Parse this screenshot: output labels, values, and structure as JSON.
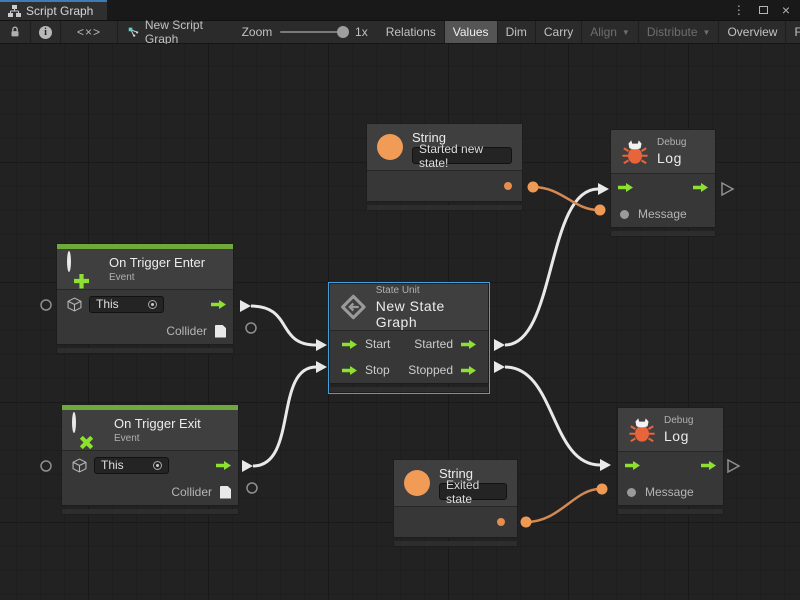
{
  "tab_bar": {
    "tab_title": "Script Graph"
  },
  "window_controls": {
    "menu": "⋮",
    "close": "×"
  },
  "toolbar": {
    "graph_name": "New Script Graph",
    "zoom_label": "Zoom",
    "zoom_value": "1x",
    "code_glyph": "<×>",
    "info_glyph": "i",
    "caret": "▼",
    "buttons": [
      {
        "label": "Relations",
        "state": "normal"
      },
      {
        "label": "Values",
        "state": "active"
      },
      {
        "label": "Dim",
        "state": "normal"
      },
      {
        "label": "Carry",
        "state": "normal"
      },
      {
        "label": "Align",
        "state": "disabled"
      },
      {
        "label": "Distribute",
        "state": "disabled"
      },
      {
        "label": "Overview",
        "state": "normal"
      },
      {
        "label": "Full Scr",
        "state": "normal"
      }
    ]
  },
  "nodes": {
    "on_trigger_enter": {
      "title": "On Trigger Enter",
      "subtitle": "Event",
      "target_value": "This",
      "output_label": "Collider"
    },
    "on_trigger_exit": {
      "title": "On Trigger Exit",
      "subtitle": "Event",
      "target_value": "This",
      "output_label": "Collider"
    },
    "state_unit": {
      "kind": "State Unit",
      "title": "New State Graph",
      "inputs": [
        "Start",
        "Stop"
      ],
      "outputs": [
        "Started",
        "Stopped"
      ]
    },
    "string_top": {
      "title": "String",
      "value": "Started new state!"
    },
    "string_bottom": {
      "title": "String",
      "value": "Exited state"
    },
    "debug_top": {
      "kind": "Debug",
      "title": "Log",
      "message_label": "Message"
    },
    "debug_bottom": {
      "kind": "Debug",
      "title": "Log",
      "message_label": "Message"
    }
  },
  "colors": {
    "accent_green": "#8ee031",
    "event_bar_green": "#6fa93c",
    "accent_orange": "#ee9a55",
    "wire_orange": "#d28a52",
    "wire_white": "#e9e9e9",
    "port_outline": "#8f8f8f",
    "selection_blue": "#44a0d8",
    "bug_orange": "#e8643a"
  }
}
